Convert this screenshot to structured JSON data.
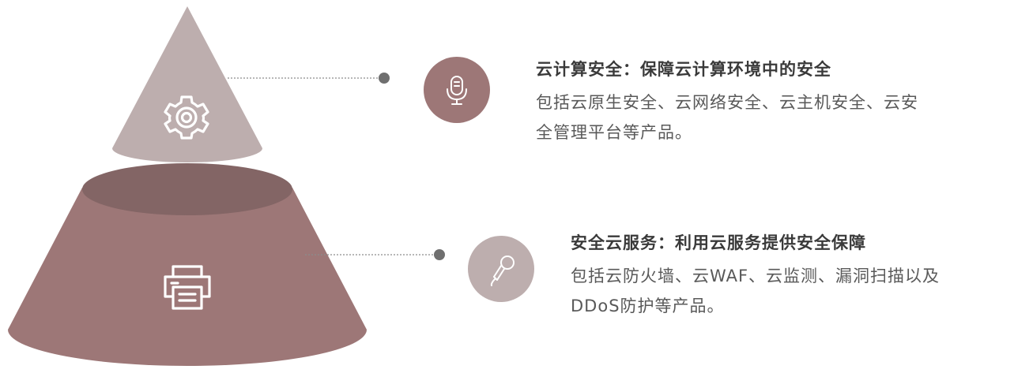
{
  "items": [
    {
      "title": "云计算安全：保障云计算环境中的安全",
      "desc_line1": "包括云原生安全、云网络安全、云主机安全、云安",
      "desc_line2": "全管理平台等产品。",
      "shape_icon": "gear-icon",
      "badge_icon": "microphone-icon",
      "badge_color": "#9d7777"
    },
    {
      "title": "安全云服务：利用云服务提供安全保障",
      "desc_line1": "包括云防火墙、云WAF、云监测、漏洞扫描以及",
      "desc_line2": "DDoS防护等产品。",
      "shape_icon": "printer-icon",
      "badge_icon": "handheld-microphone-icon",
      "badge_color": "#bdaeae"
    }
  ],
  "colors": {
    "top_cone": "#bdaeae",
    "bottom_cone": "#9d7777",
    "bottom_cone_top": "#836565",
    "connector": "#7f7f7f"
  }
}
